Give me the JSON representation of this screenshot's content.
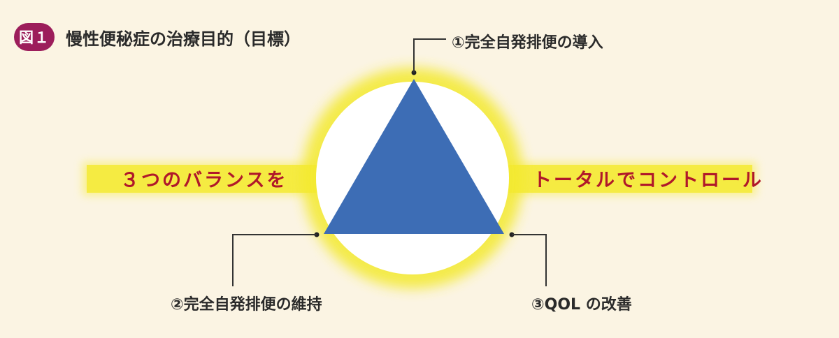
{
  "figure": {
    "badge": "図１",
    "title": "慢性便秘症の治療目的（目標）"
  },
  "banner": {
    "left_text": "３つのバランスを",
    "right_text": "トータルでコントロール"
  },
  "goals": {
    "top": "①完全自発排便の導入",
    "bottom_left": "②完全自発排便の維持",
    "bottom_right": "③QOL の改善"
  },
  "colors": {
    "background": "#fbf4e3",
    "badge": "#9c1d5b",
    "banner_glow": "#f7ec4a",
    "triangle": "#3d6db5",
    "banner_text": "#b0182a"
  }
}
